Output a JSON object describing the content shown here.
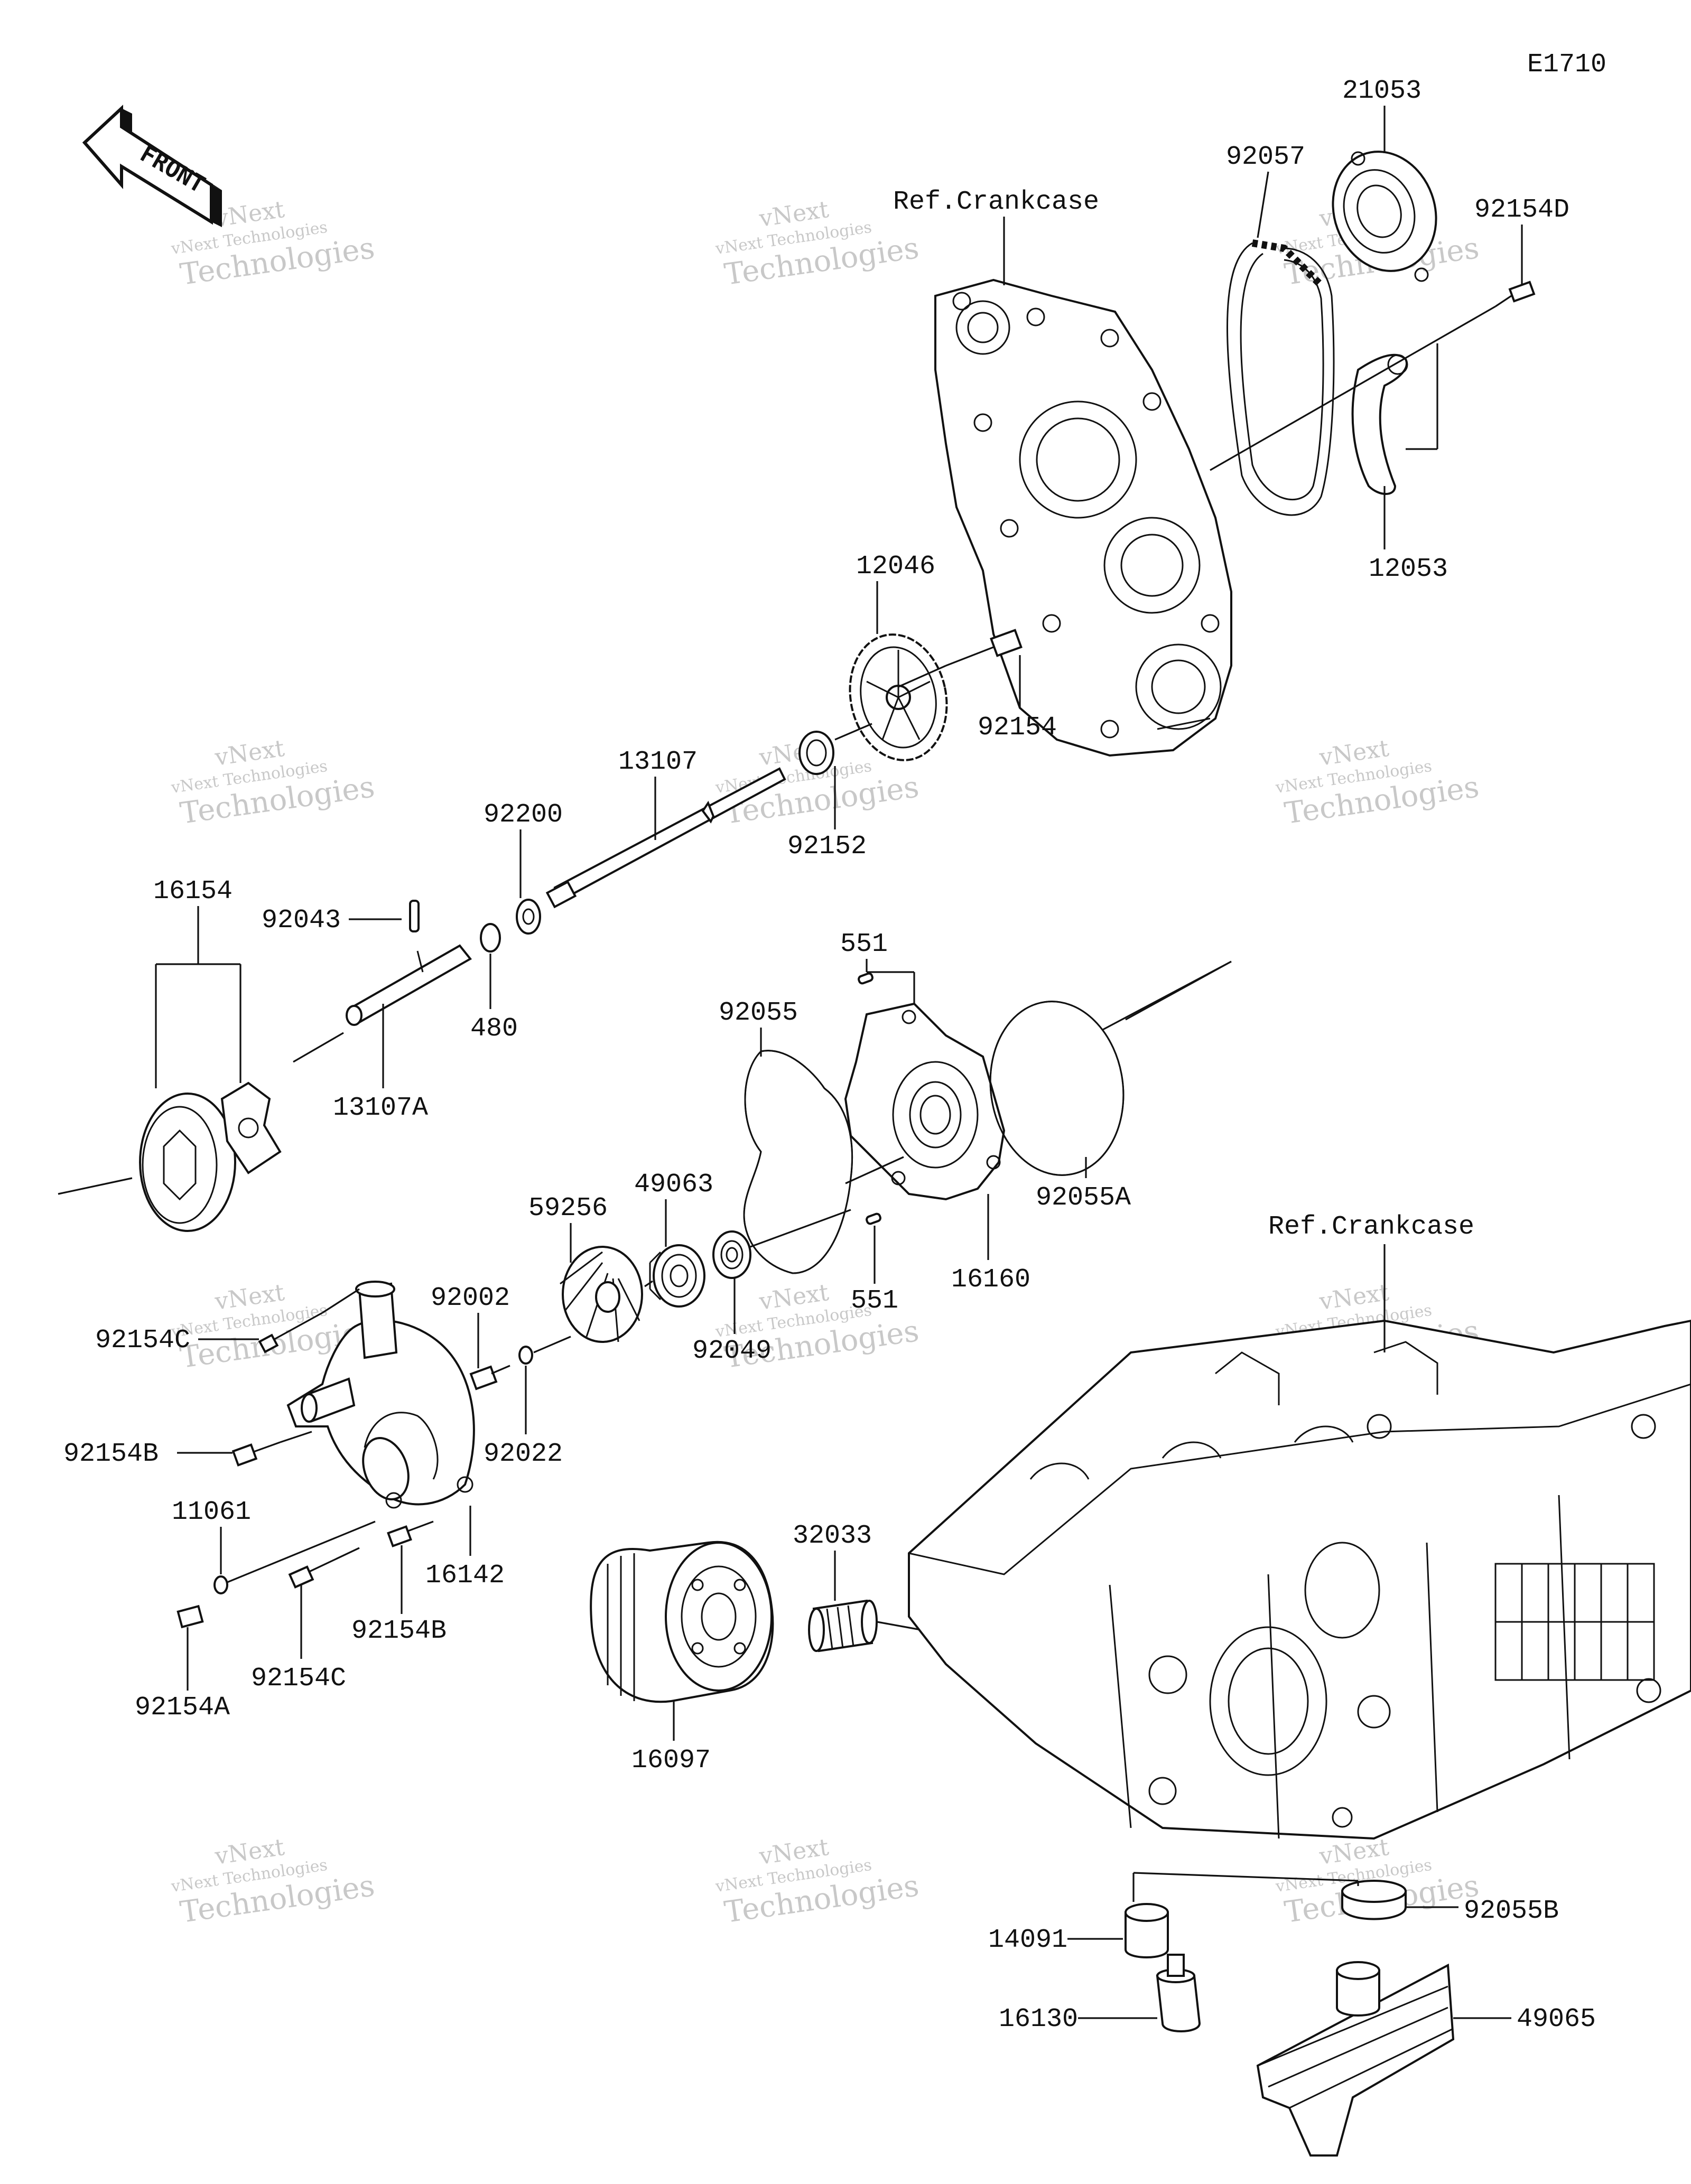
{
  "diagram_code": "E1710",
  "front_label": "FRONT",
  "ref_crankcase_top": "Ref.Crankcase",
  "ref_crankcase_bottom": "Ref.Crankcase",
  "watermark": {
    "line1": "vNext",
    "line2": "vNext Technologies",
    "line3": "Technologies"
  },
  "parts": {
    "p21053": "21053",
    "p92057": "92057",
    "p92154D": "92154D",
    "p12053": "12053",
    "p12046": "12046",
    "p92154": "92154",
    "p13107": "13107",
    "p92152": "92152",
    "p92200": "92200",
    "p16154": "16154",
    "p92043": "92043",
    "p480": "480",
    "p13107A": "13107A",
    "p551a": "551",
    "p92055": "92055",
    "p92055A": "92055A",
    "p49063": "49063",
    "p59256": "59256",
    "p551b": "551",
    "p16160": "16160",
    "p92049": "92049",
    "p92154C_top": "92154C",
    "p92002": "92002",
    "p92022": "92022",
    "p92154B_l": "92154B",
    "p11061": "11061",
    "p16142": "16142",
    "p92154C_b": "92154C",
    "p92154B_b": "92154B",
    "p92154A": "92154A",
    "p32033": "32033",
    "p16097": "16097",
    "p14091": "14091",
    "p92055B": "92055B",
    "p16130": "16130",
    "p49065": "49065"
  }
}
